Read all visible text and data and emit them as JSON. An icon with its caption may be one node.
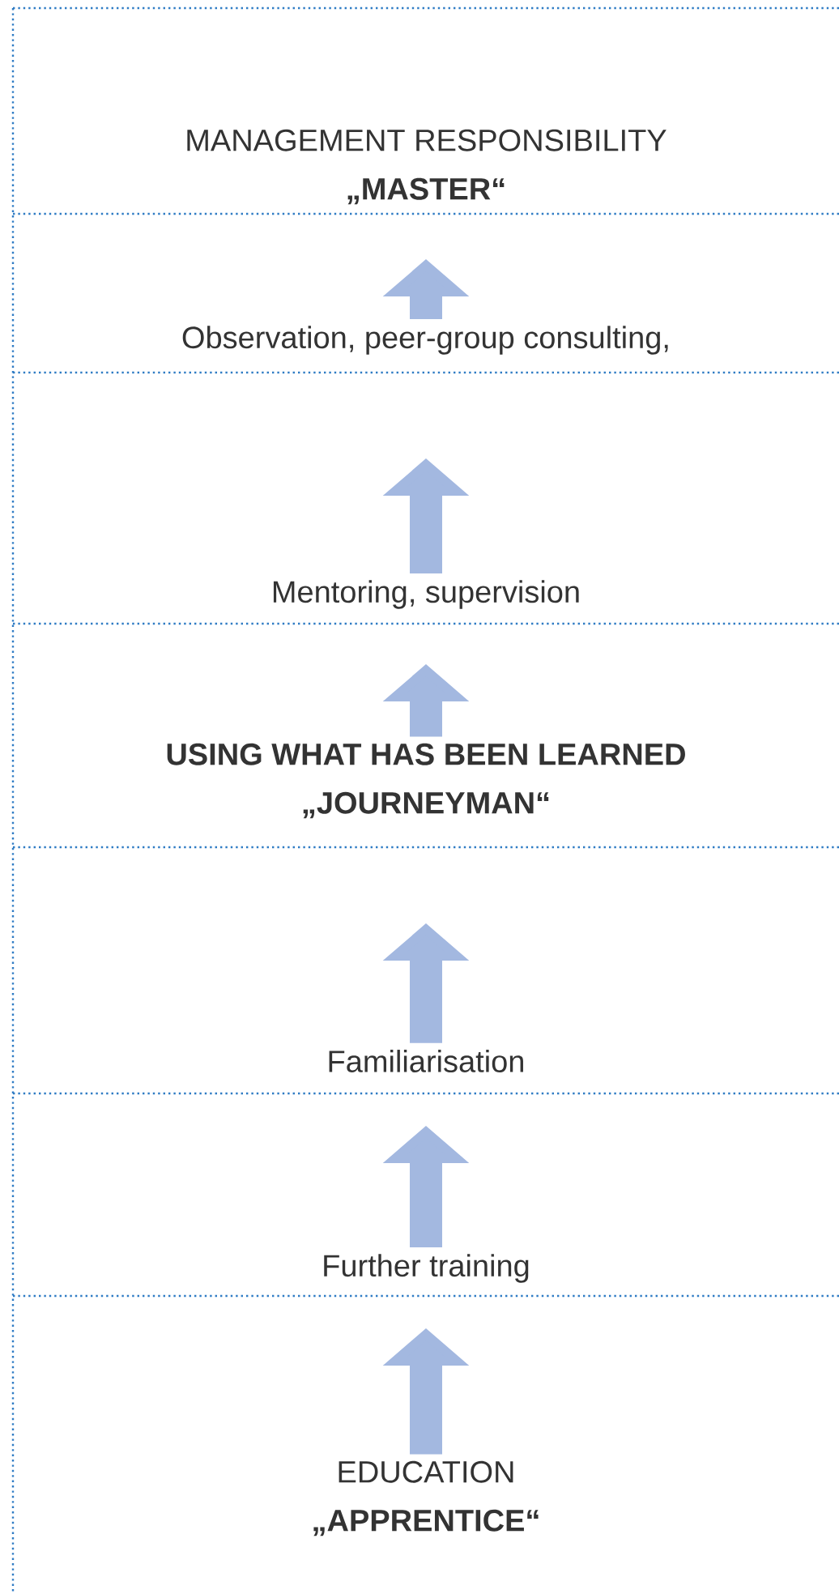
{
  "diagram": {
    "nodes": [
      {
        "text": [
          "MANAGEMENT RESPONSIBILITY",
          "**„MASTER“**"
        ]
      },
      {
        "text": [
          "Observation, peer-group consulting,"
        ]
      },
      {
        "text": [
          "Mentoring, supervision"
        ]
      },
      {
        "text": [
          "**USING WHAT HAS BEEN LEARNED**",
          "**„JOURNEYMAN“**"
        ]
      },
      {
        "text": [
          "Familiarisation"
        ]
      },
      {
        "text": [
          "Further training"
        ]
      },
      {
        "text": [
          "EDUCATION",
          "**„APPRENTICE“**"
        ]
      }
    ],
    "edges": [
      {
        "from": 1,
        "to": null,
        "arrow": "to"
      },
      {
        "from": 2,
        "to": null,
        "arrow": "to"
      },
      {
        "from": 3,
        "to": null,
        "arrow": "to"
      },
      {
        "from": 4,
        "to": null,
        "arrow": "to"
      },
      {
        "from": 5,
        "to": null,
        "arrow": "to"
      },
      {
        "from": 6,
        "to": null,
        "arrow": "to"
      }
    ]
  }
}
